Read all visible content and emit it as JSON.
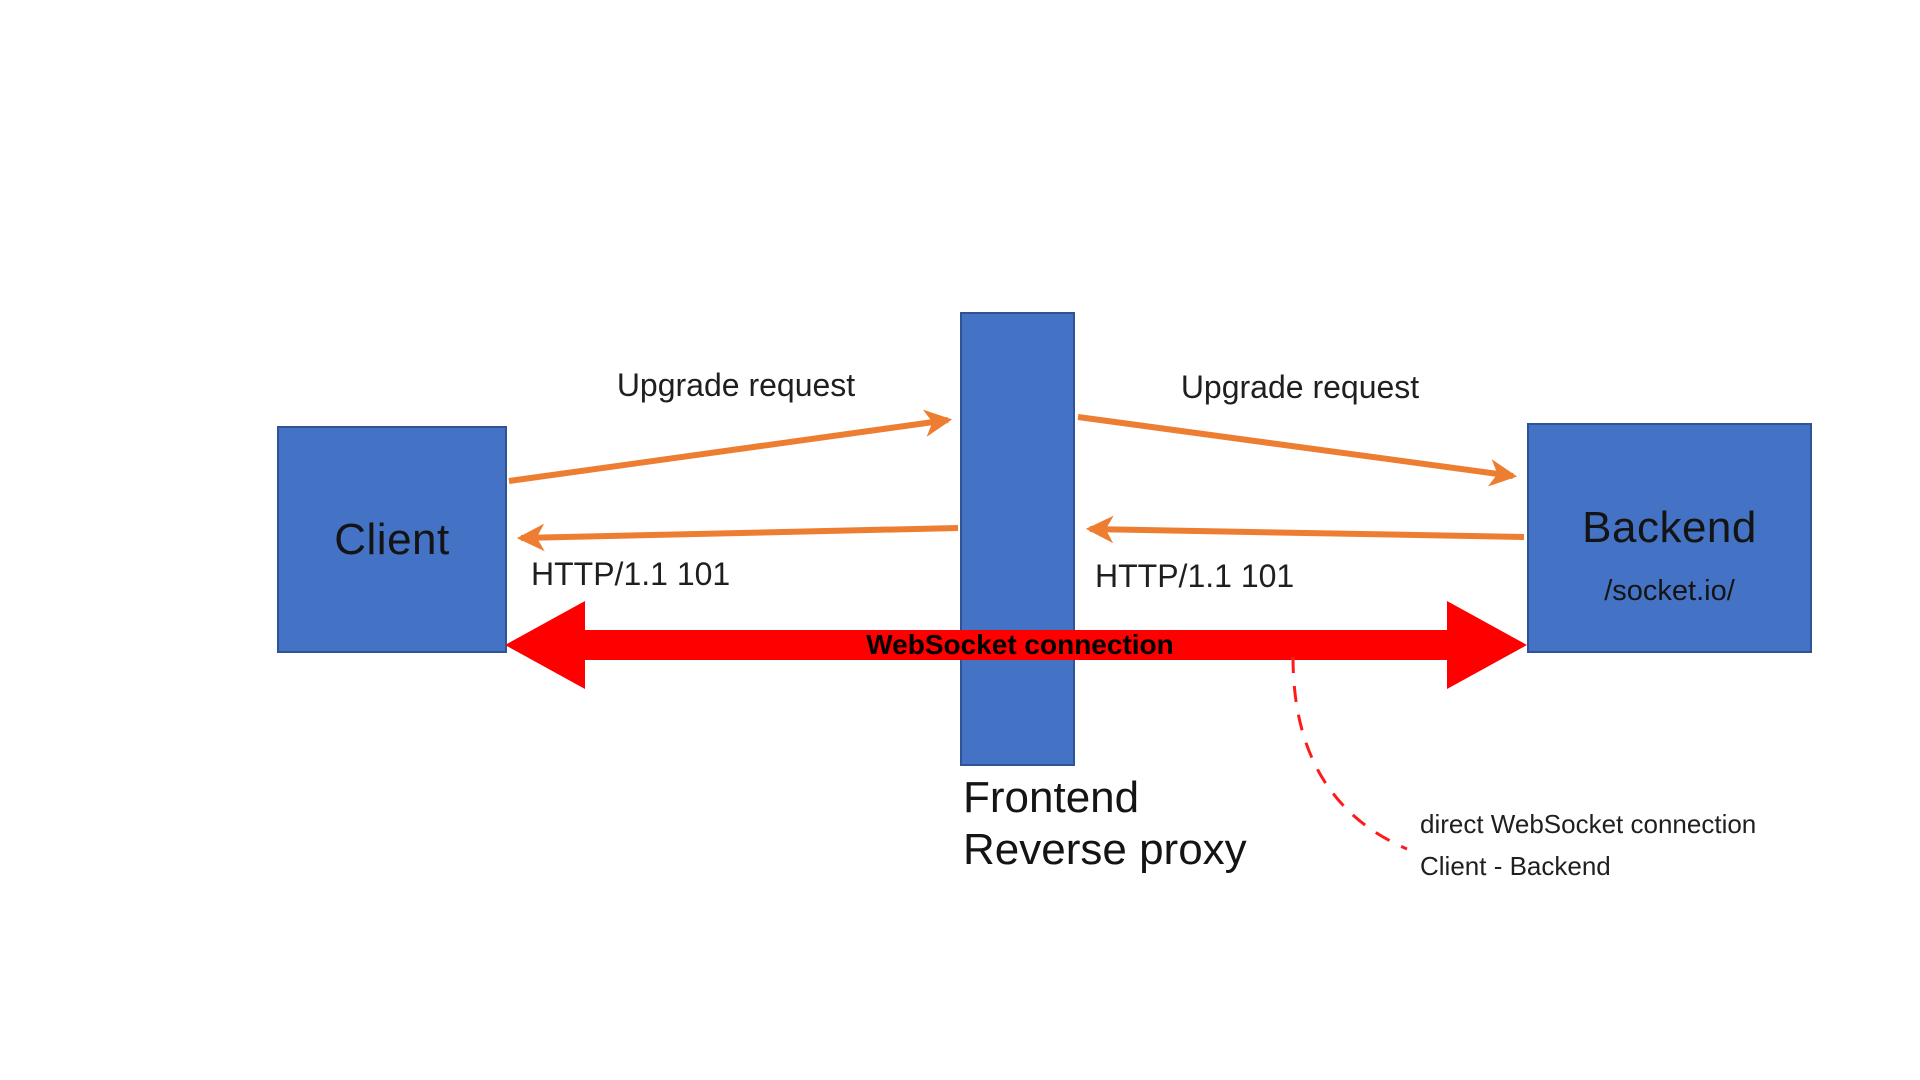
{
  "diagram": {
    "title_hint": "WebSocket upgrade flow through a reverse proxy"
  },
  "colors": {
    "node_fill": "#4472c4",
    "node_border": "#2f5496",
    "arrow_orange": "#ed7d31",
    "arrow_red": "#ff0000",
    "dashed_red": "#ff1a1a",
    "text": "#1f1f1f"
  },
  "nodes": {
    "client": {
      "label": "Client"
    },
    "proxy": {
      "line1": "Frontend",
      "line2": "Reverse proxy"
    },
    "backend": {
      "label": "Backend",
      "path": "/socket.io/"
    }
  },
  "edges": {
    "upgrade_client_proxy": {
      "label": "Upgrade request"
    },
    "upgrade_proxy_backend": {
      "label": "Upgrade request"
    },
    "http101_proxy_client": {
      "label": "HTTP/1.1 101"
    },
    "http101_backend_proxy": {
      "label": "HTTP/1.1 101"
    },
    "websocket": {
      "label": "WebSocket connection"
    }
  },
  "annotation": {
    "line1": "direct WebSocket connection",
    "line2": "Client - Backend"
  }
}
